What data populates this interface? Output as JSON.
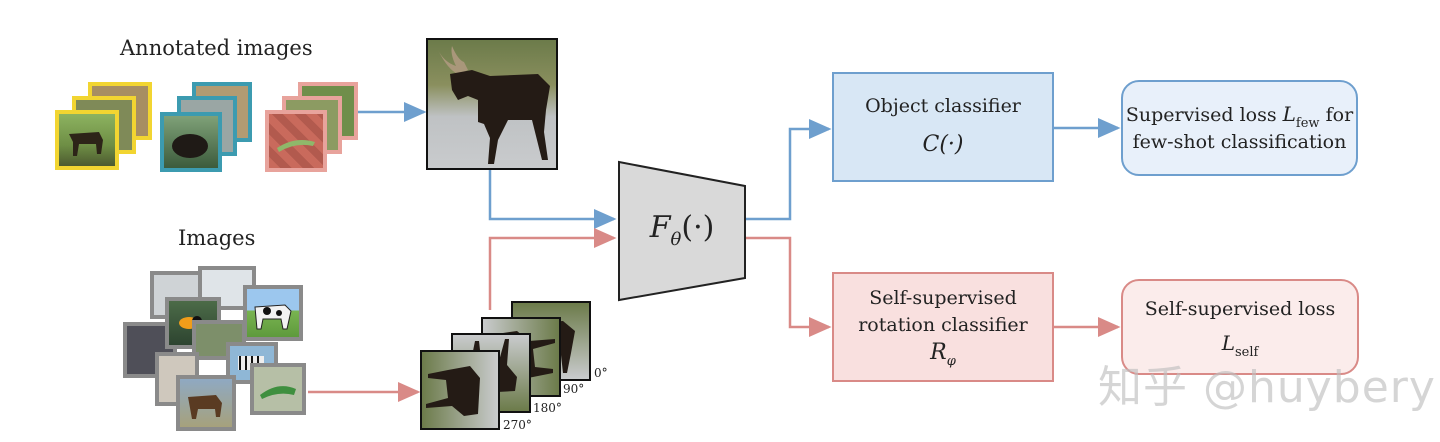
{
  "labels": {
    "annotated_images": "Annotated images",
    "images": "Images"
  },
  "network": {
    "name": "Fθ(·)",
    "symbol": "F",
    "subscript": "θ",
    "args": "(·)"
  },
  "object_classifier": {
    "title": "Object classifier",
    "formula": "C(·)"
  },
  "supervised_loss": {
    "line1_prefix": "Supervised loss ",
    "symbol": "L",
    "subscript": "few",
    "line1_suffix": " for",
    "line2": "few-shot classification"
  },
  "rotation_classifier": {
    "line1": "Self-supervised",
    "line2": "rotation classifier",
    "symbol": "R",
    "subscript": "φ"
  },
  "self_loss": {
    "line1": "Self-supervised loss",
    "symbol": "L",
    "subscript": "self"
  },
  "rotations": [
    "0°",
    "90°",
    "180°",
    "270°"
  ],
  "watermark": "知乎 @huybery",
  "colors": {
    "blue_arrow": "#6e9fce",
    "red_arrow": "#d98a87",
    "yellow_frame": "#f2d531",
    "teal_frame": "#3c9bb0",
    "pink_frame": "#e8a39c",
    "gray_frame": "#8a8a8a",
    "network_fill": "#d9d9d9"
  },
  "icons": [
    "moose-photo",
    "animal-photo-stack",
    "rotated-moose-stack",
    "encoder-trapezoid"
  ]
}
